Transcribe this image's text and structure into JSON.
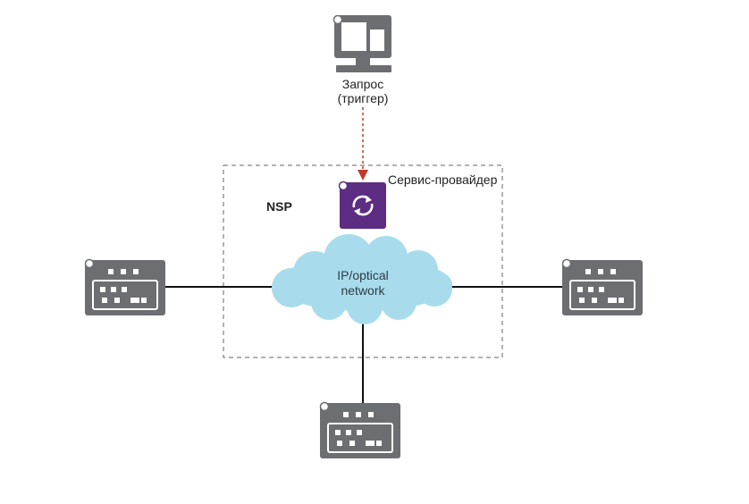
{
  "request": {
    "line1": "Запрос",
    "line2": "(триггер)",
    "icon": "computer-monitor-icon"
  },
  "provider": {
    "label": "Сервис-провайдер",
    "nsp_label": "NSP",
    "nsp_icon": "sync-cycle-icon"
  },
  "network": {
    "line1": "IP/optical",
    "line2": "network"
  },
  "devices": [
    {
      "name": "left-router",
      "icon": "network-device-icon"
    },
    {
      "name": "right-router",
      "icon": "network-device-icon"
    },
    {
      "name": "bottom-router",
      "icon": "network-device-icon"
    }
  ],
  "colors": {
    "icon_gray": "#6d6e71",
    "nsp_purple": "#5c2d82",
    "cloud_fill": "#a8dcec",
    "trigger_arrow": "#c0392b",
    "link_line": "#111111",
    "boundary": "#666666"
  }
}
